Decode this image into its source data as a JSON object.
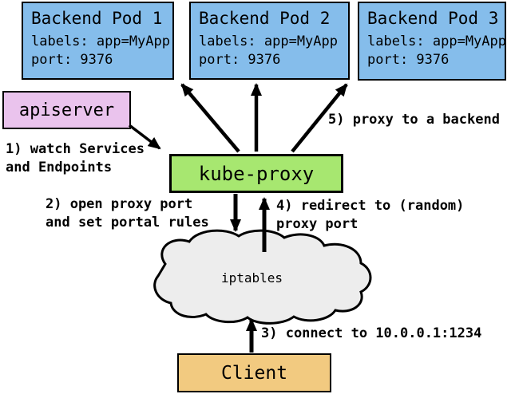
{
  "diagram": {
    "pods": [
      {
        "title": "Backend Pod 1",
        "labels": "labels: app=MyApp",
        "port": "port: 9376"
      },
      {
        "title": "Backend Pod 2",
        "labels": "labels: app=MyApp",
        "port": "port: 9376"
      },
      {
        "title": "Backend Pod 3",
        "labels": "labels: app=MyApp",
        "port": "port: 9376"
      }
    ],
    "nodes": {
      "apiserver": "apiserver",
      "kube_proxy": "kube-proxy",
      "iptables": "iptables",
      "client": "Client"
    },
    "annotations": {
      "step1": "1) watch Services\nand Endpoints",
      "step2": "2) open proxy port\nand set portal rules",
      "step3": "3) connect to 10.0.0.1:1234",
      "step4": "4) redirect to (random)\nproxy port",
      "step5": "5) proxy to a backend"
    },
    "colors": {
      "pod_fill": "#85BDEB",
      "apiserver_fill": "#EAC3ED",
      "kube_proxy_fill": "#A7E770",
      "client_fill": "#F2CA80",
      "cloud_fill": "#EDEDED",
      "border": "#000000",
      "arrow": "#000000"
    }
  }
}
